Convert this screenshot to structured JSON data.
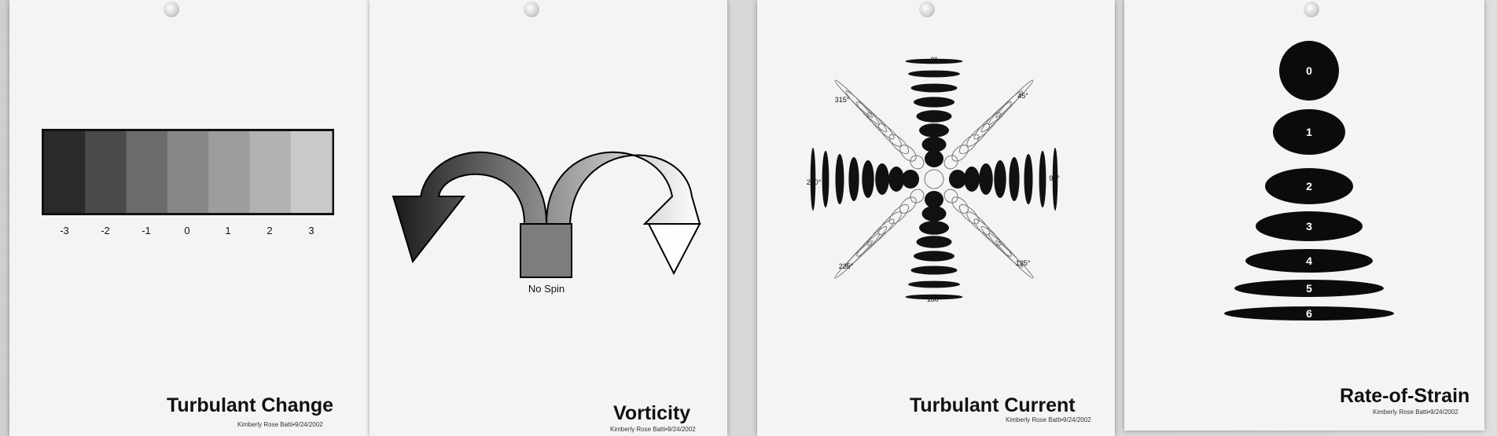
{
  "posters": [
    {
      "title": "Turbulant Change",
      "credit": "Kimberly Rose Batti•9/24/2002",
      "scale_labels": [
        "-3",
        "-2",
        "-1",
        "0",
        "1",
        "2",
        "3"
      ],
      "scale_colors": [
        "#2a2a2a",
        "#4a4a4a",
        "#6b6b6b",
        "#878787",
        "#9d9d9d",
        "#b2b2b2",
        "#c9c9c9"
      ]
    },
    {
      "title": "Vorticity",
      "credit": "Kimberly Rose Batti•9/24/2002",
      "center_label": "No Spin"
    },
    {
      "title": "Turbulant Current",
      "credit": "Kimberly Rose Batti•9/24/2002",
      "angles": {
        "top": "0°",
        "top_right": "45°",
        "right": "90°",
        "bottom_right": "135°",
        "bottom": "180°",
        "bottom_left": "225°",
        "left": "270°",
        "top_left": "315°"
      }
    },
    {
      "title": "Rate-of-Strain",
      "credit": "Kimberly Rose Batti•9/24/2002",
      "levels": [
        "0",
        "1",
        "2",
        "3",
        "4",
        "5",
        "6"
      ]
    }
  ]
}
